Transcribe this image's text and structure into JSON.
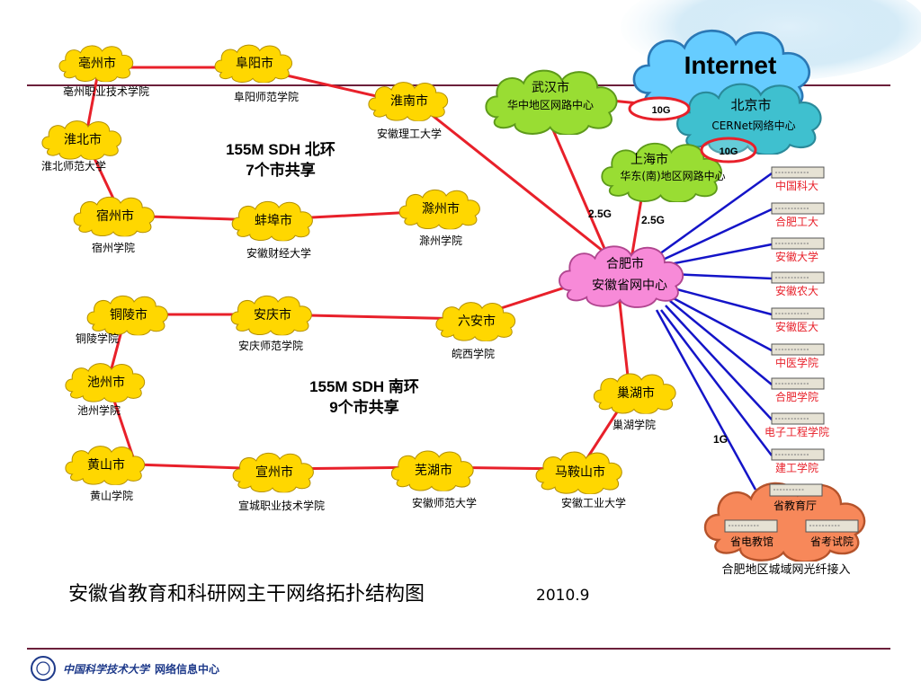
{
  "title": {
    "main": "安徽省教育和科研网主干网络拓扑结构图",
    "year": "2010.9"
  },
  "footer": {
    "logo_text": "中国科学技术大学",
    "dept": "网络信息中心"
  },
  "internet": {
    "label": "Internet",
    "color": "#66ccff"
  },
  "north_ring": {
    "line1": "155M SDH 北环",
    "line2": "7个市共享"
  },
  "south_ring": {
    "line1": "155M SDH 南环",
    "line2": "9个市共享"
  },
  "cities": {
    "bozhou": {
      "name": "亳州市",
      "school": "亳州职业技术学院"
    },
    "fuyang": {
      "name": "阜阳市",
      "school": "阜阳师范学院"
    },
    "huainan": {
      "name": "淮南市",
      "school": "安徽理工大学"
    },
    "huaibei": {
      "name": "淮北市",
      "school": "淮北师范大学"
    },
    "suzhou": {
      "name": "宿州市",
      "school": "宿州学院"
    },
    "bengbu": {
      "name": "蚌埠市",
      "school": "安徽财经大学"
    },
    "chuzhou": {
      "name": "滁州市",
      "school": "滁州学院"
    },
    "tongling": {
      "name": "铜陵市",
      "school": "铜陵学院"
    },
    "anqing": {
      "name": "安庆市",
      "school": "安庆师范学院"
    },
    "luan": {
      "name": "六安市",
      "school": "皖西学院"
    },
    "chizhou": {
      "name": "池州市",
      "school": "池州学院"
    },
    "chaohu": {
      "name": "巢湖市",
      "school": "巢湖学院"
    },
    "huangshan": {
      "name": "黄山市",
      "school": "黄山学院"
    },
    "xuanzhou": {
      "name": "宣州市",
      "school": "宣城职业技术学院"
    },
    "wuhu": {
      "name": "芜湖市",
      "school": "安徽师范大学"
    },
    "maanshan": {
      "name": "马鞍山市",
      "school": "安徽工业大学"
    }
  },
  "wuhan": {
    "name": "武汉市",
    "desc": "华中地区网路中心"
  },
  "beijing": {
    "name": "北京市",
    "desc": "CERNet网络中心"
  },
  "shanghai": {
    "name": "上海市",
    "desc": "华东(南)地区网路中心"
  },
  "hefei": {
    "name": "合肥市",
    "desc": "安徽省网中心"
  },
  "links": {
    "g10a": "10G",
    "g10b": "10G",
    "g25a": "2.5G",
    "g25b": "2.5G",
    "g1": "1G"
  },
  "universities": [
    "中国科大",
    "合肥工大",
    "安徽大学",
    "安徽农大",
    "安徽医大",
    "中医学院",
    "合肥学院",
    "电子工程学院",
    "建工学院"
  ],
  "metro": {
    "edu": "省教育厅",
    "tv": "省电教馆",
    "exam": "省考试院",
    "caption": "合肥地区城域网光纤接入"
  },
  "colors": {
    "ring_line": "#e8202a",
    "uni_line": "#1414c8",
    "city_cloud": "#ffd700",
    "hefei_cloud": "#f78ad8",
    "metro_cloud": "#f7885a",
    "green_cloud": "#99dd33"
  }
}
